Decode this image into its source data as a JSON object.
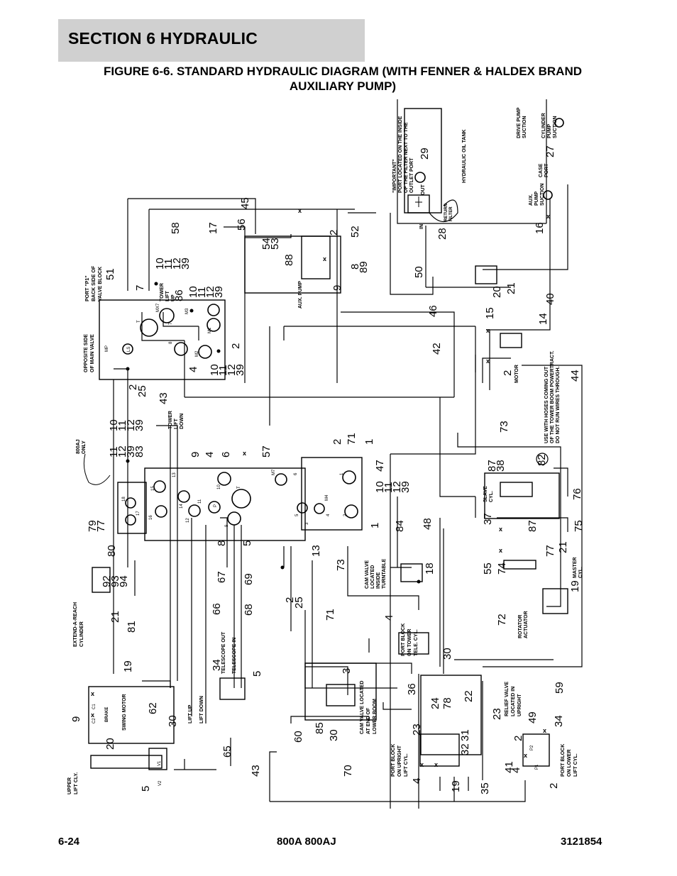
{
  "header": {
    "section": "SECTION 6   HYDRAULIC",
    "figure_title_line1": "FIGURE 6-6. STANDARD HYDRAULIC DIAGRAM (WITH FENNER & HALDEX BRAND",
    "figure_title_line2": "AUXILIARY PUMP)"
  },
  "footer": {
    "page": "6-24",
    "model": "800A 800AJ",
    "doc_number": "3121854"
  },
  "labels": {
    "important_1": "\"IMPORTANT\"",
    "important_2": "PORT LOCATED ON THE INSIDE",
    "important_3": "OF THE FILTER NEXT TO THE",
    "important_4": "OUTLET PORT",
    "oil_tank": "HYDRAULIC OIL TANK",
    "drive_pump_1": "DRIVE PUMP",
    "drive_pump_2": "SUCTION",
    "cyl_pump_1": "CYLINDER",
    "cyl_pump_2": "PUMP",
    "cyl_pump_3": "SUCTION",
    "case_port_1": "CASE",
    "case_port_2": "PORT",
    "aux_suction_1": "AUX.",
    "aux_suction_2": "PUMP",
    "aux_suction_3": "SUCTION",
    "return_filter_1": "RETURN",
    "return_filter_2": "FILTER",
    "out": "OUT",
    "in": "IN",
    "aux_pump": "AUX. PUMP",
    "port_p1_1": "PORT \"P1\"",
    "port_p1_2": "BACK SIDE OF",
    "port_p1_3": "VALVE BLOCK",
    "opposite_1": "OPPOSITE SIDE",
    "opposite_2": "OF MAIN VALVE",
    "tower_lift_up_1": "TOWER",
    "tower_lift_up_2": "LIFT",
    "tower_lift_up_3": "UP",
    "tower_lift_down_1": "TOWER",
    "tower_lift_down_2": "LIFT",
    "tower_lift_down_3": "DOWN",
    "only_800aj_1": "800AJ",
    "only_800aj_2": "ONLY",
    "motor": "MOTOR",
    "use_hoses_1": "USE WITH HOSES COMING OUT",
    "use_hoses_2": "OF THE TOWER BOOM POWERTRACT.",
    "use_hoses_3": "DO NOT RUN WIRES THROUGH.",
    "slave_cyl_1": "SLAVE",
    "slave_cyl_2": "CYL.",
    "master_cyl_1": "MASTER",
    "master_cyl_2": "CYL.",
    "rotator_1": "ROTATOR",
    "rotator_2": "ACTUATOR",
    "cam_valve_tt_1": "CAM VALVE",
    "cam_valve_tt_2": "LOCATED",
    "cam_valve_tt_3": "INSIDE",
    "cam_valve_tt_4": "TURNTABLE",
    "port_block_tower_1": "PORT BLOCK",
    "port_block_tower_2": "ON TOWER",
    "port_block_tower_3": "TELE. CYL.",
    "extend_reach_1": "EXTEND-A-REACH",
    "extend_reach_2": "CYLINDER",
    "telescope_out": "TELESCOPE OUT",
    "telescope_in": "TELESCOPE IN",
    "swing_motor": "SWING MOTOR",
    "brake": "BRAKE",
    "lift_up": "LIFT UP",
    "lift_down": "LIFT DOWN",
    "upper_lift_1": "UPPER",
    "upper_lift_2": "LIFT CLY.",
    "cam_valve_lb_1": "CAM VALVE LOCATED",
    "cam_valve_lb_2": "AT END OF",
    "cam_valve_lb_3": "LOWER BOOM",
    "port_block_upright_1": "PORT BLOCK",
    "port_block_upright_2": "ON UPRIGHT",
    "port_block_upright_3": "LIFT  CYL.",
    "relief_1": "RELIEF VALVE",
    "relief_2": "LOCATED IN",
    "relief_3": "UPRIGHT",
    "port_block_lower_1": "PORT BLOCK",
    "port_block_lower_2": "ON LOWER",
    "port_block_lower_3": "LIFT  CYL."
  },
  "ports": {
    "mp": "MP",
    "ls": "LS",
    "t": "T",
    "mx7": "MX7",
    "seven": "7",
    "m3": "M3",
    "m1": "M1",
    "eight": "8",
    "m2": "M2",
    "m7": "M7",
    "m4": "M4",
    "p": "P",
    "t2": "T",
    "p13": "13",
    "p14": "14",
    "p15": "15",
    "p16": "16",
    "p17": "17",
    "p18": "18",
    "p10": "10",
    "p11": "11",
    "p12": "12",
    "p9": "9",
    "p6": "6",
    "p5": "5",
    "p3": "3",
    "p4": "4",
    "p1": "1",
    "p2": "2",
    "v1": "V1",
    "v2": "V2",
    "c1": "C1",
    "c2": "C2",
    "p1b": "P1",
    "p2b": "P2"
  },
  "callouts": {
    "c29": "29",
    "c27": "27",
    "c16": "16",
    "c28": "28",
    "c45": "45",
    "c17": "17",
    "c56": "56",
    "c2a": "2",
    "c52": "52",
    "c54": "54",
    "c53": "53",
    "c88": "88",
    "c8": "8",
    "c89": "89",
    "c9a": "9",
    "c50": "50",
    "c20": "20",
    "c21a": "21",
    "c40": "40",
    "c46": "46",
    "c15": "15",
    "c14": "14",
    "c42": "42",
    "c2b": "2",
    "c44": "44",
    "c73a": "73",
    "c51": "51",
    "c7": "7",
    "c58": "58",
    "c10a": "10",
    "c11a": "11",
    "c12a": "12",
    "c39a": "39",
    "c86": "86",
    "c10b": "10",
    "c11b": "11",
    "c12b": "12",
    "c39b": "39",
    "c2c": "2",
    "c4a": "4",
    "c10c": "10",
    "c11c": "11",
    "c12c": "12",
    "c39c": "39",
    "c2d": "2",
    "c25a": "25",
    "c43a": "43",
    "c10d": "10",
    "c11d": "11",
    "c12d": "12",
    "c39d": "39",
    "c11e": "11",
    "c12e": "12",
    "c39e": "39",
    "c83": "83",
    "c9b": "9",
    "c4b": "4",
    "c6": "6",
    "c57": "57",
    "c2e": "2",
    "c71a": "71",
    "c1a": "1",
    "c47": "47",
    "c10e": "10",
    "c11f": "11",
    "c12f": "12",
    "c39f": "39",
    "c48": "48",
    "c1b": "1",
    "c84": "84",
    "c13": "13",
    "c73b": "73",
    "c18": "18",
    "c79": "79",
    "c77a": "77",
    "c80": "80",
    "c8b": "8",
    "c5a": "5",
    "c67": "67",
    "c69": "69",
    "c92": "92",
    "c93": "93",
    "c94": "94",
    "c21b": "21",
    "c81": "81",
    "c2f": "2",
    "c25b": "25",
    "c66": "66",
    "c68": "68",
    "c71b": "71",
    "c4c": "4",
    "c30a": "30",
    "c34a": "34",
    "c5b": "5",
    "c3": "3",
    "c87a": "87",
    "c38": "38",
    "c82": "82",
    "c87b": "87",
    "c37": "37",
    "c76": "76",
    "c75": "75",
    "c55": "55",
    "c74": "74",
    "c77b": "77",
    "c21c": "21",
    "c19a": "19",
    "c72": "72",
    "c19b": "19",
    "c9c": "9",
    "c62": "62",
    "c20b": "20",
    "c30b": "30",
    "c65": "65",
    "c5c": "5",
    "c60": "60",
    "c85": "85",
    "c30c": "30",
    "c36": "36",
    "c24": "24",
    "c78": "78",
    "c22": "22",
    "c23a": "23",
    "c23b": "23",
    "c59": "59",
    "c49": "49",
    "c2g": "2",
    "c34b": "34",
    "c4d": "4",
    "c31": "31",
    "c32": "32",
    "c43b": "43",
    "c70": "70",
    "c19c": "19",
    "c35": "35",
    "c41": "41",
    "c4e": "4",
    "c2h": "2"
  }
}
